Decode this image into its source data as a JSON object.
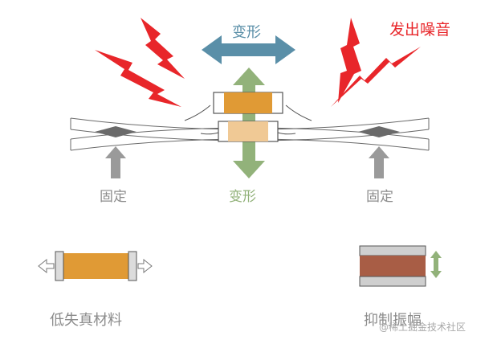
{
  "labels": {
    "noise": "发出噪音",
    "deform_top": "变形",
    "fixed_left": "固定",
    "deform_bottom": "变形",
    "fixed_right": "固定",
    "low_loss": "低失真材料",
    "suppress": "抑制振幅",
    "watermark": "@稀土掘金技术社区"
  },
  "colors": {
    "noise_red": "#e8262a",
    "deform_blue": "#5a8fa8",
    "deform_green": "#92b27a",
    "fixed_gray": "#9a9a9a",
    "text_gray": "#8c8c8c",
    "component_orange": "#e09a35",
    "component_light_orange": "#f0c995",
    "board_gray": "#6a6a6a",
    "suppress_body": "#a85d45",
    "suppress_plate": "#cfcfcf"
  },
  "icons": {
    "noise": "lightning-bolt-icon",
    "deform": "double-arrow-icon",
    "fixed": "up-arrow-icon"
  }
}
